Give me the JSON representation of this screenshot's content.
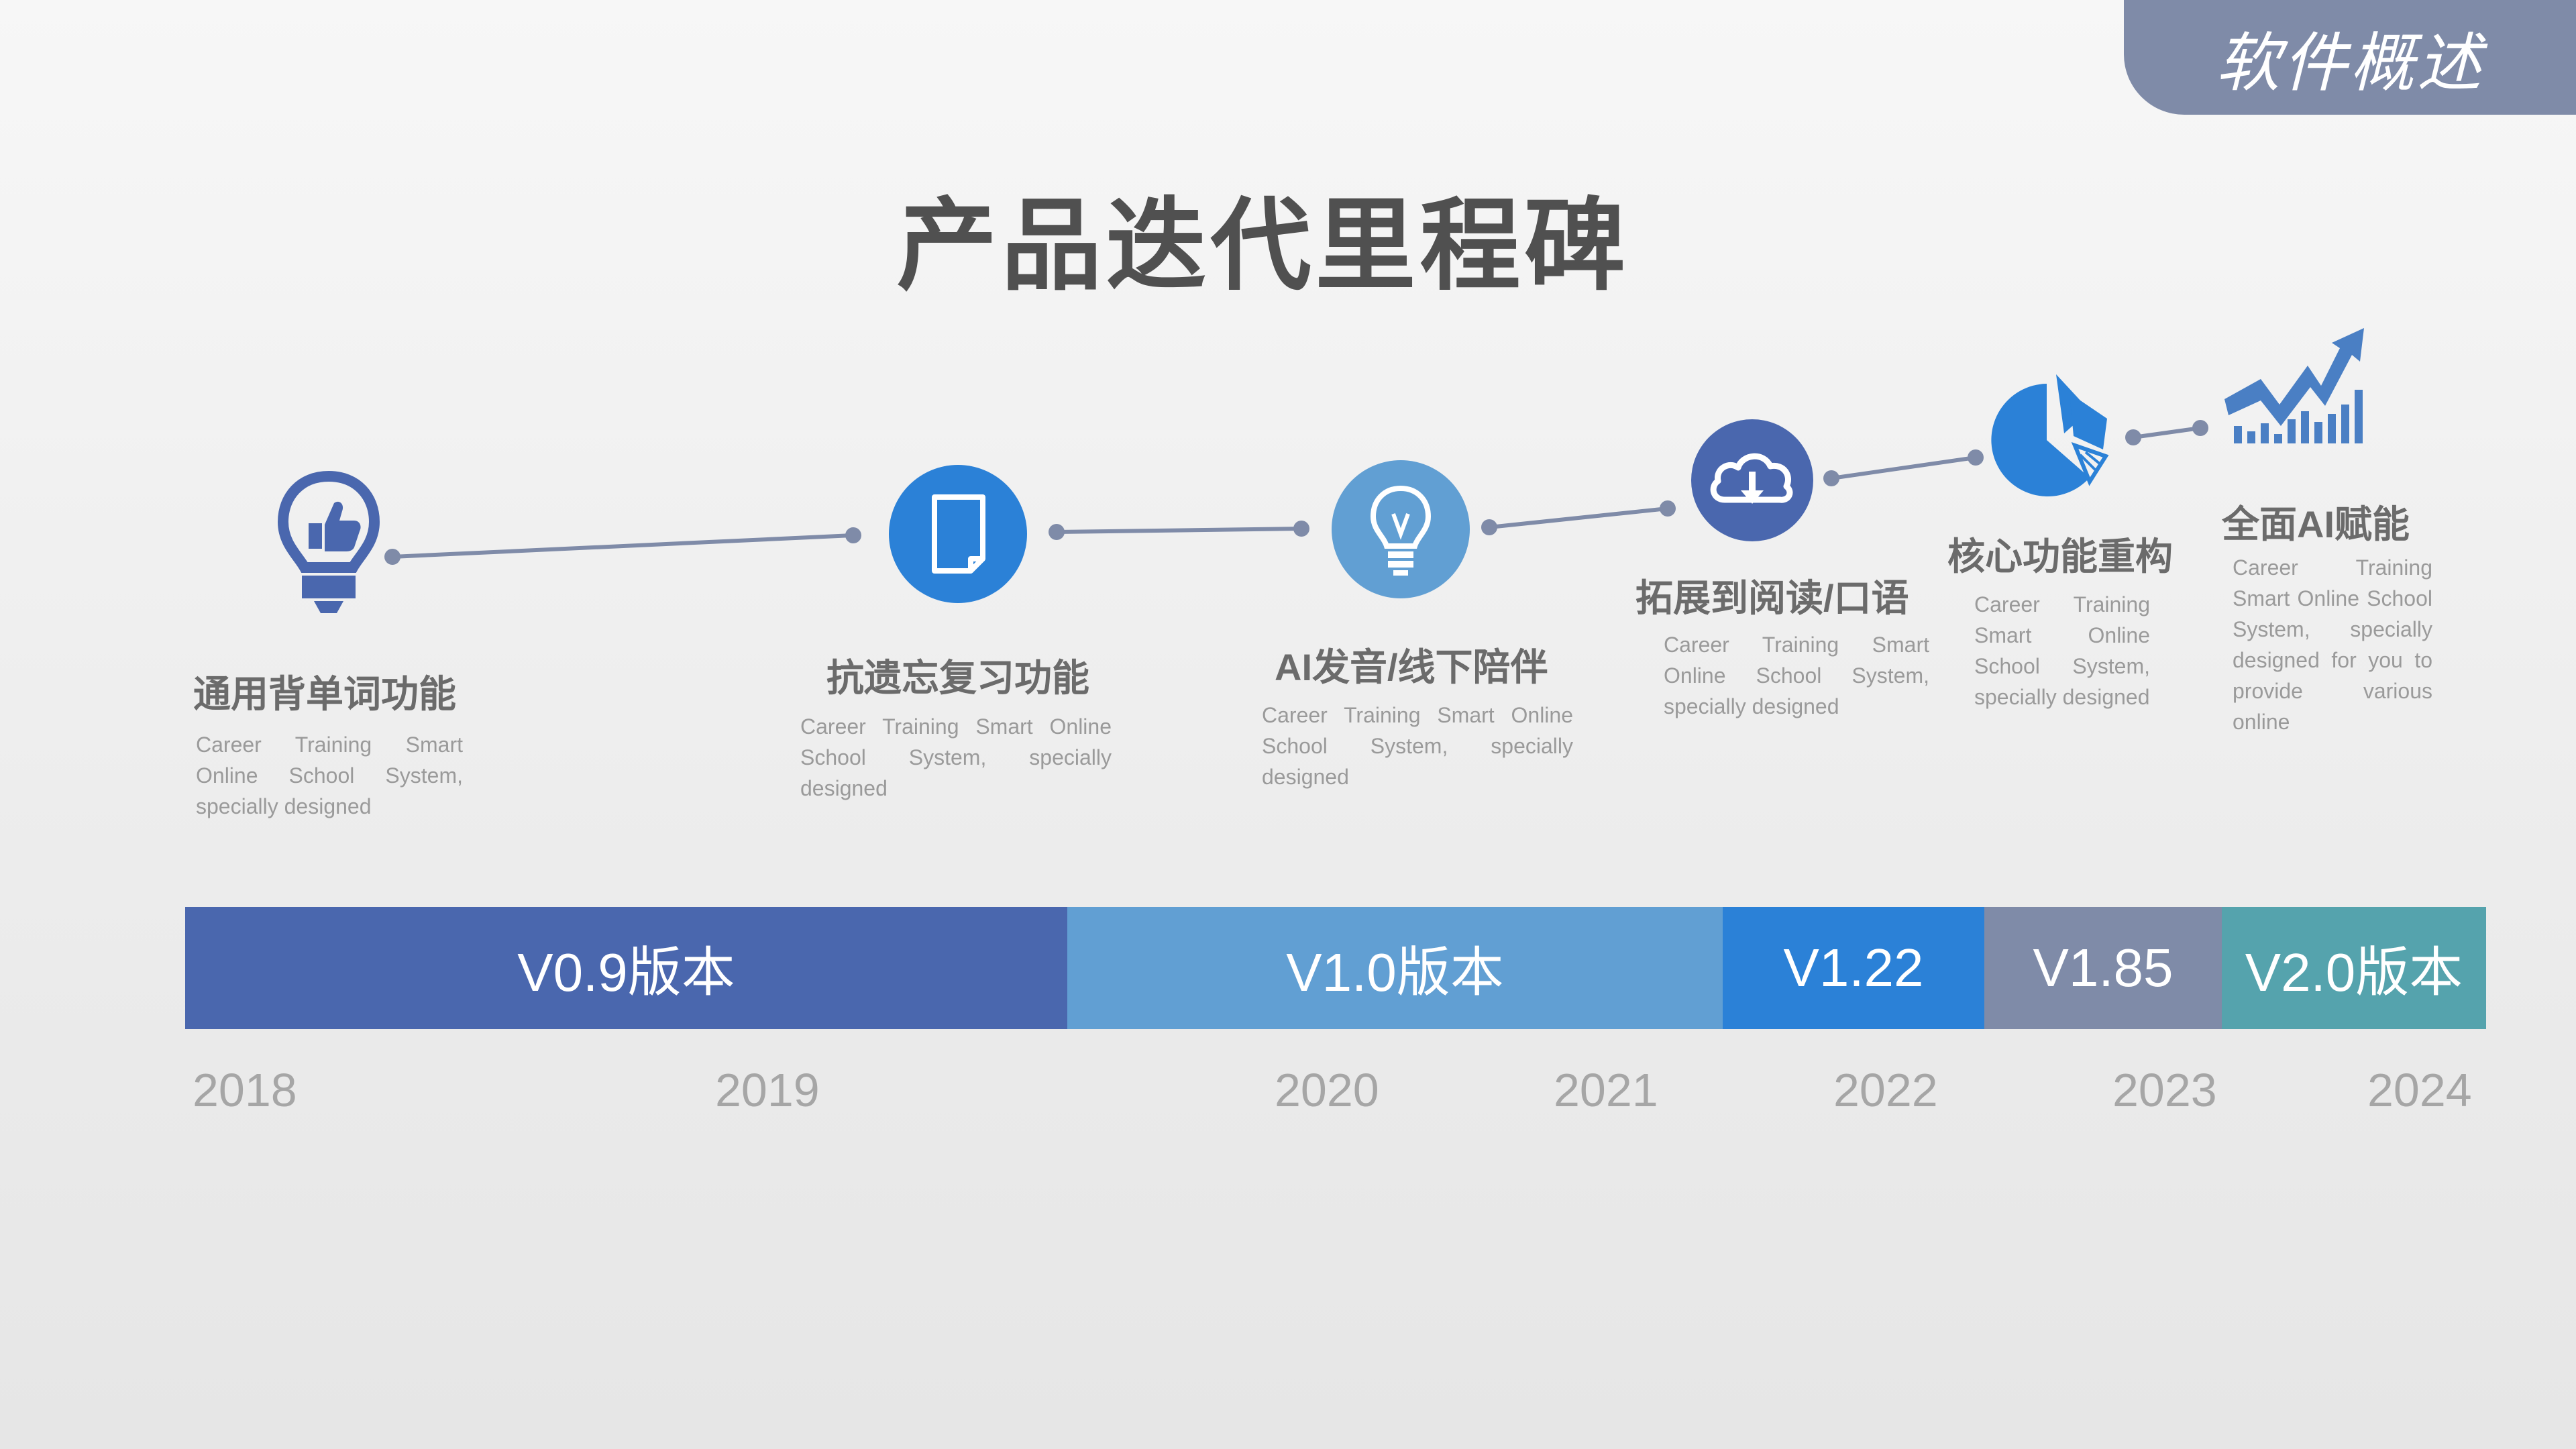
{
  "header": {
    "section_tab": "软件概述"
  },
  "page": {
    "title": "产品迭代里程碑"
  },
  "milestones": [
    {
      "title": "通用背单词功能",
      "desc": "Career Training Smart Online School System, specially designed",
      "icon": "lightbulb-thumbs-up-icon"
    },
    {
      "title": "抗遗忘复习功能",
      "desc": "Career Training Smart Online School System, specially designed",
      "icon": "document-icon"
    },
    {
      "title": "AI发音/线下陪伴",
      "desc": "Career Training Smart Online School System, specially designed",
      "icon": "lightbulb-icon"
    },
    {
      "title": "拓展到阅读/口语",
      "desc": "Career Training Smart Online School System, specially designed",
      "icon": "cloud-download-icon"
    },
    {
      "title": "核心功能重构",
      "desc": "Career Training Smart Online School System, specially designed",
      "icon": "pie-chart-icon"
    },
    {
      "title": "全面AI赋能",
      "desc": "Career Training Smart Online School System, specially designed for you to provide various online",
      "icon": "growth-chart-icon"
    }
  ],
  "versions": [
    {
      "label": "V0.9版本",
      "color": "#4a67ae"
    },
    {
      "label": "V1.0版本",
      "color": "#619fd3"
    },
    {
      "label": "V1.22",
      "color": "#2b81d7"
    },
    {
      "label": "V1.85",
      "color": "#7f8ba8"
    },
    {
      "label": "V2.0版本",
      "color": "#55a3ad"
    }
  ],
  "years": [
    "2018",
    "2019",
    "2020",
    "2021",
    "2022",
    "2023",
    "2024"
  ],
  "colors": {
    "accent_dark": "#4a67ae",
    "accent_blue": "#2b81d7",
    "accent_light": "#619fd3",
    "connector": "#7f8ba8"
  }
}
